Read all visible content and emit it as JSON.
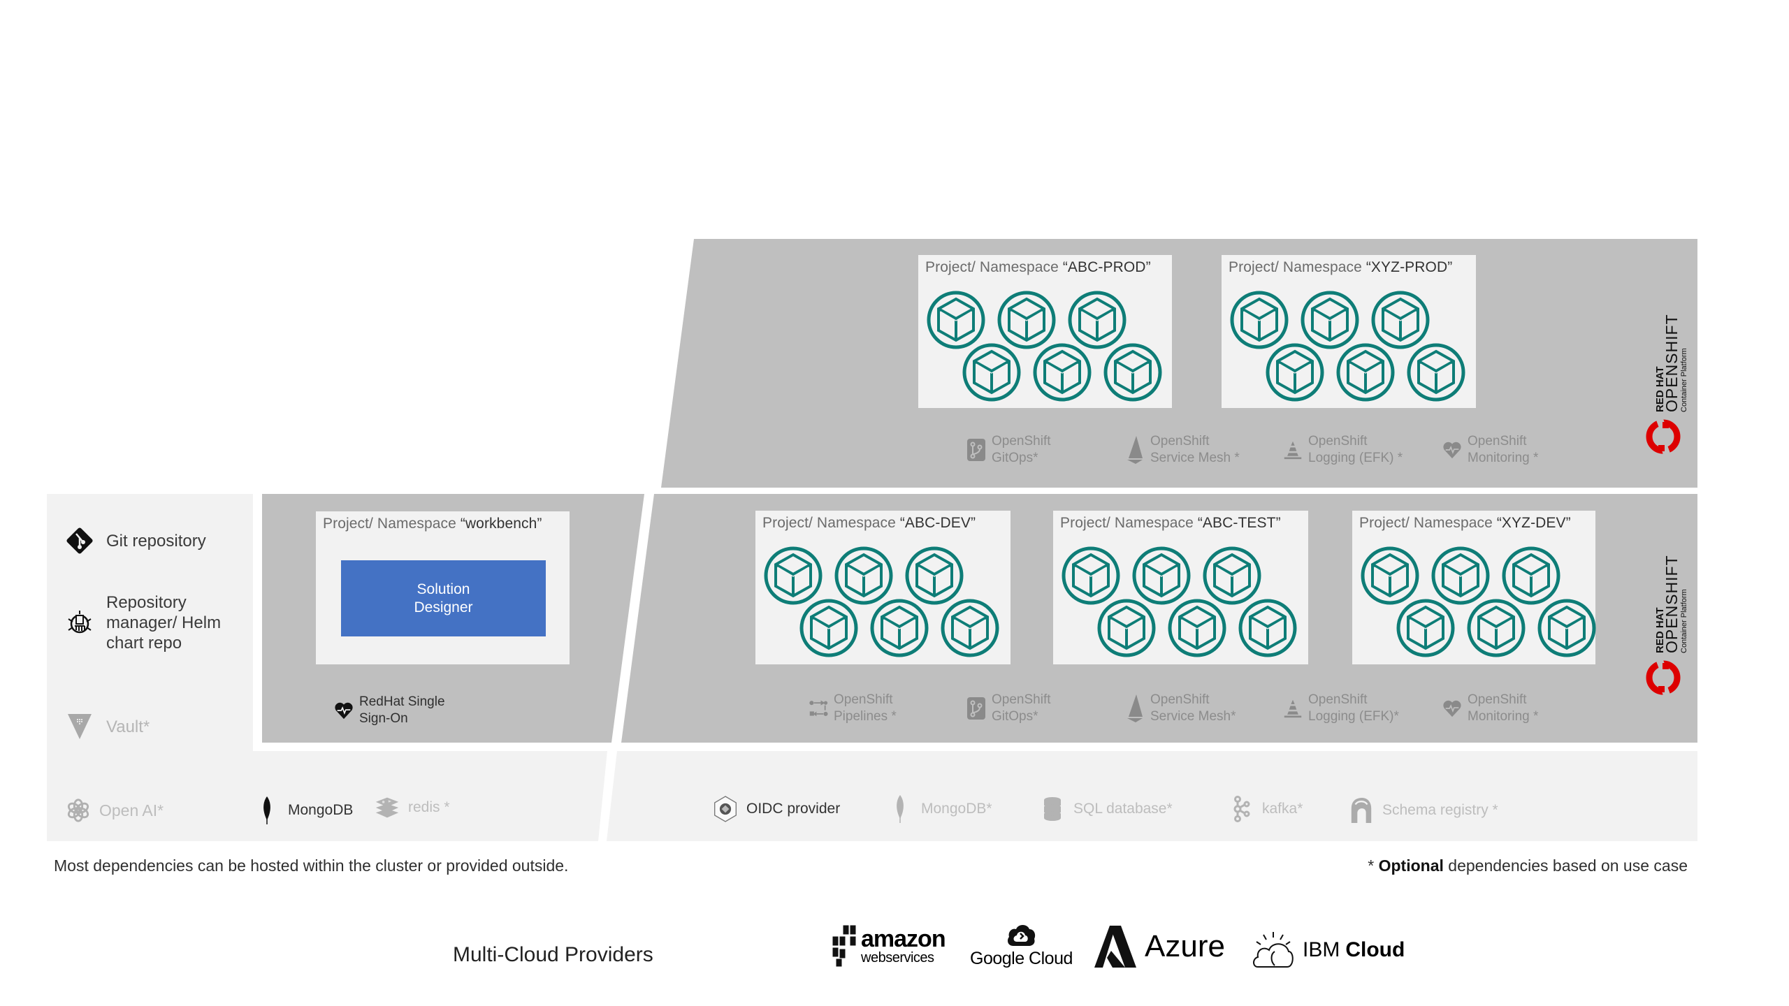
{
  "colors": {
    "cluster_bg": "#bfbfbf",
    "panel_light": "#f2f2f2",
    "namespace_bg": "#f2f2f2",
    "pod_teal": "#0e7d77",
    "solution_designer": "#4472c4",
    "openshift_red": "#ee0000",
    "dim_text": "#8c8c8c"
  },
  "left_column": {
    "items": [
      {
        "icon": "git-icon",
        "label": "Git repository",
        "optional": false
      },
      {
        "icon": "helm-repo-icon",
        "label": "Repository\nmanager/ Helm\nchart repo",
        "optional": false
      },
      {
        "icon": "vault-icon",
        "label": "Vault*",
        "optional": true
      }
    ]
  },
  "prod_cluster": {
    "logo": {
      "line1": "RED HAT",
      "line2": "OPENSHIFT",
      "line3": "Container Platform"
    },
    "namespaces": [
      {
        "prefix": "Project/ Namespace ",
        "name": "“ABC-PROD”",
        "pods": 6
      },
      {
        "prefix": "Project/ Namespace ",
        "name": "“XYZ-PROD”",
        "pods": 6
      }
    ],
    "services": [
      {
        "icon": "gitops-icon",
        "label": "OpenShift\nGitOps*"
      },
      {
        "icon": "service-mesh-icon",
        "label": "OpenShift\nService Mesh *"
      },
      {
        "icon": "logging-icon",
        "label": "OpenShift\nLogging (EFK) *"
      },
      {
        "icon": "monitoring-icon",
        "label": "OpenShift\nMonitoring *"
      }
    ]
  },
  "workbench_cluster": {
    "namespace": {
      "prefix": "Project/ Namespace ",
      "name": "“workbench”"
    },
    "solution_designer": "Solution\nDesigner",
    "service": {
      "icon": "sso-icon",
      "label": "RedHat Single\nSign-On"
    }
  },
  "dev_cluster": {
    "logo": {
      "line1": "RED HAT",
      "line2": "OPENSHIFT",
      "line3": "Container Platform"
    },
    "namespaces": [
      {
        "prefix": "Project/ Namespace ",
        "name": "“ABC-DEV”",
        "pods": 6
      },
      {
        "prefix": "Project/ Namespace ",
        "name": "“ABC-TEST”",
        "pods": 6
      },
      {
        "prefix": "Project/ Namespace ",
        "name": "“XYZ-DEV”",
        "pods": 6
      }
    ],
    "services": [
      {
        "icon": "pipelines-icon",
        "label": "OpenShift\nPipelines *"
      },
      {
        "icon": "gitops-icon",
        "label": "OpenShift\nGitOps*"
      },
      {
        "icon": "service-mesh-icon",
        "label": "OpenShift\nService Mesh*"
      },
      {
        "icon": "logging-icon",
        "label": "OpenShift\nLogging (EFK)*"
      },
      {
        "icon": "monitoring-icon",
        "label": "OpenShift\nMonitoring *"
      }
    ]
  },
  "dependencies_left": [
    {
      "icon": "openai-icon",
      "label": "Open AI*",
      "optional": true
    },
    {
      "icon": "mongodb-icon",
      "label": "MongoDB",
      "optional": false
    },
    {
      "icon": "redis-icon",
      "label": "redis *",
      "optional": true
    }
  ],
  "dependencies_right": [
    {
      "icon": "oidc-icon",
      "label": "OIDC provider",
      "optional": false
    },
    {
      "icon": "mongodb-icon",
      "label": "MongoDB*",
      "optional": true
    },
    {
      "icon": "sql-database-icon",
      "label": "SQL database*",
      "optional": true
    },
    {
      "icon": "kafka-icon",
      "label": "kafka*",
      "optional": true
    },
    {
      "icon": "schema-registry-icon",
      "label": "Schema registry *",
      "optional": true
    }
  ],
  "notes": {
    "left": "Most dependencies can be hosted within the cluster or provided outside.",
    "right_prefix": "* ",
    "right_bold": "Optional",
    "right_suffix": " dependencies based on use case"
  },
  "cloud_providers": {
    "label": "Multi-Cloud Providers",
    "providers": [
      {
        "name": "amazon",
        "sub": "webservices"
      },
      {
        "name": "Google Cloud"
      },
      {
        "name": "Azure"
      },
      {
        "name_light": "IBM",
        "name_bold": "Cloud"
      }
    ]
  }
}
